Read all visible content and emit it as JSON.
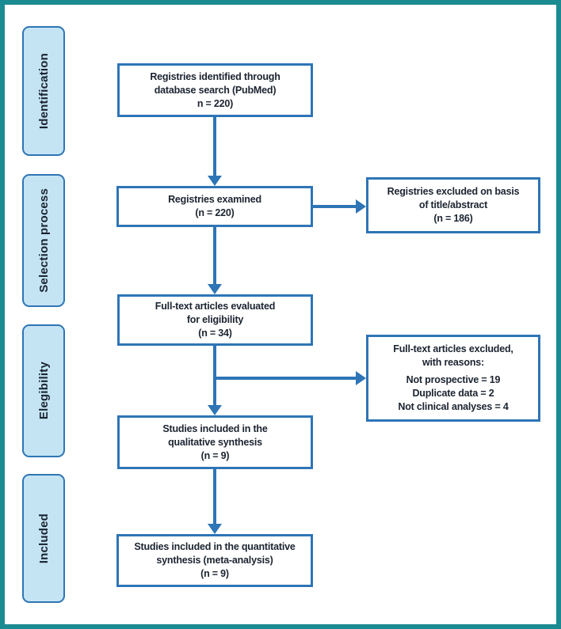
{
  "figure": {
    "type": "prisma-flow-diagram"
  },
  "colors": {
    "frame_border": "#1a8b91",
    "box_border": "#2e75b6",
    "arrow": "#2e75b6",
    "stage_fill": "#c4e4f4",
    "text": "#1b2430"
  },
  "stages": [
    {
      "label": "Identification"
    },
    {
      "label": "Selection process"
    },
    {
      "label": "Elegibility"
    },
    {
      "label": "Included"
    }
  ],
  "boxes": {
    "identified": {
      "lines": [
        "Registries identified through",
        "database search (PubMed)",
        "n = 220)"
      ]
    },
    "examined": {
      "lines": [
        "Registries examined",
        "(n = 220)"
      ]
    },
    "excluded_screening": {
      "lines": [
        "Registries excluded on basis",
        "of title/abstract",
        "(n = 186)"
      ]
    },
    "fulltext_evaluated": {
      "lines": [
        "Full-text articles evaluated",
        "for eligibility",
        "(n = 34)"
      ]
    },
    "fulltext_excluded": {
      "lines": [
        "Full-text articles excluded,",
        "with reasons:"
      ],
      "reasons": [
        "Not prospective = 19",
        "Duplicate data = 2",
        "Not clinical analyses = 4"
      ]
    },
    "qualitative": {
      "lines": [
        "Studies included in the",
        "qualitative synthesis",
        "(n = 9)"
      ]
    },
    "quantitative": {
      "lines": [
        "Studies included in the quantitative",
        "synthesis (meta-analysis)",
        "(n = 9)"
      ]
    }
  }
}
